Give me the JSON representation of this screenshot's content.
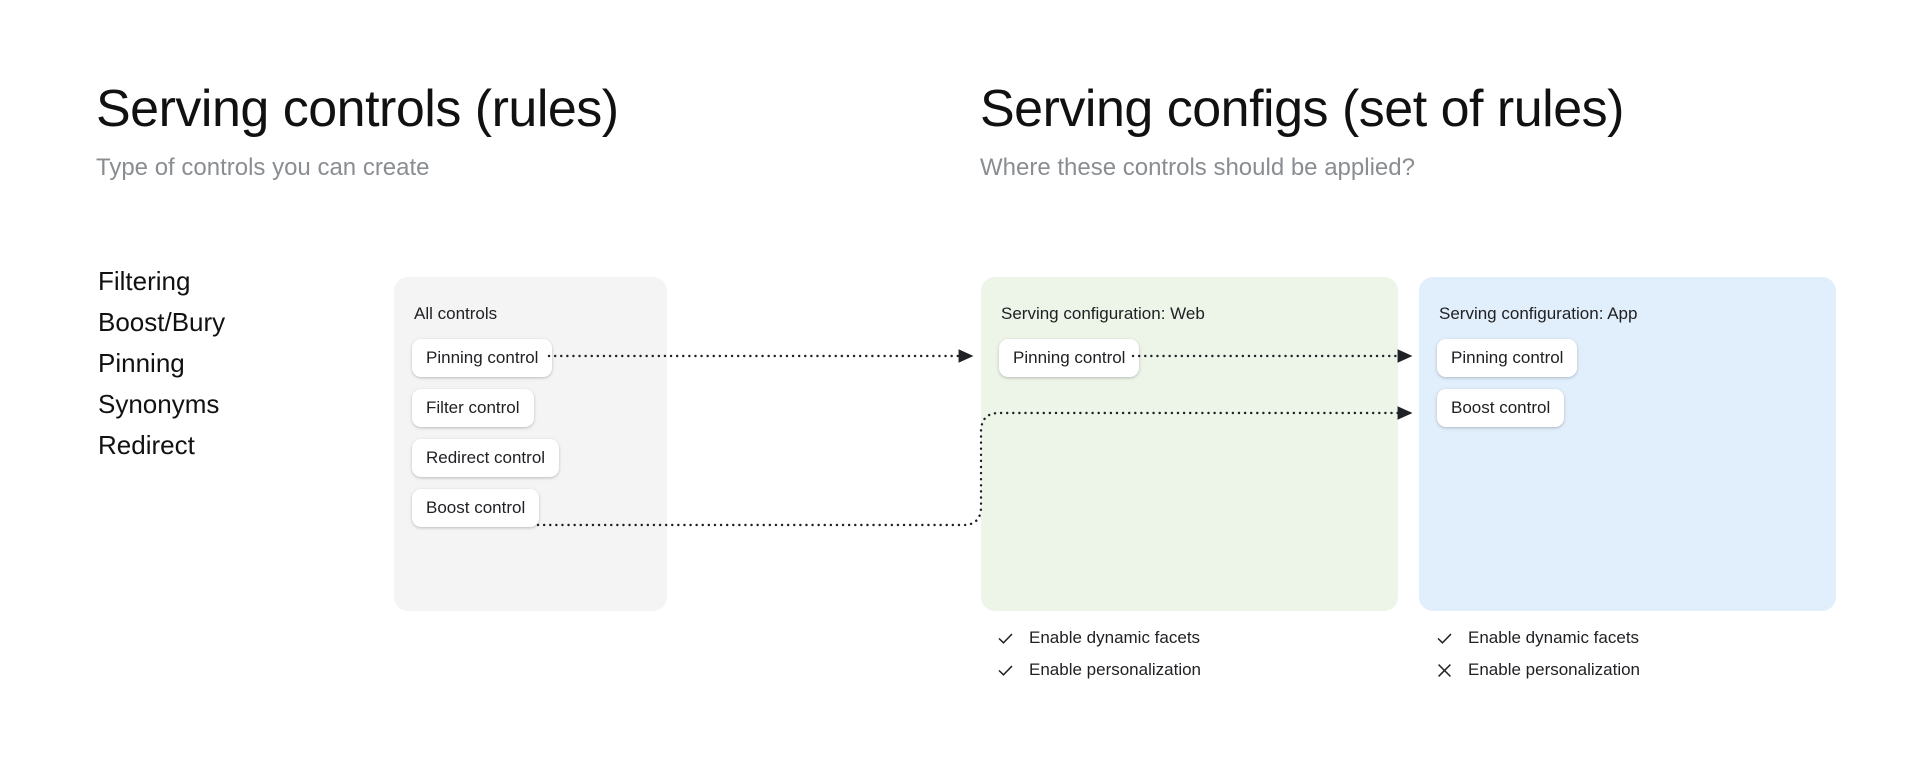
{
  "columns": {
    "left": {
      "title": "Serving controls (rules)",
      "subtitle": "Type of controls you can create"
    },
    "right": {
      "title": "Serving configs (set of rules)",
      "subtitle": "Where these controls should be applied?"
    }
  },
  "control_types": [
    {
      "label": "Filtering"
    },
    {
      "label": "Boost/Bury"
    },
    {
      "label": "Pinning"
    },
    {
      "label": "Synonyms"
    },
    {
      "label": "Redirect"
    }
  ],
  "panels": {
    "all_controls": {
      "label": "All controls",
      "background": "#f4f4f4",
      "chips": [
        {
          "label": "Pinning control"
        },
        {
          "label": "Filter control"
        },
        {
          "label": "Redirect control"
        },
        {
          "label": "Boost control"
        }
      ]
    },
    "config_web": {
      "label": "Serving configuration: Web",
      "background": "#edf4e8",
      "chips": [
        {
          "label": "Pinning control"
        }
      ],
      "features": [
        {
          "label": "Enable dynamic facets",
          "state": "check"
        },
        {
          "label": "Enable personalization",
          "state": "check"
        }
      ]
    },
    "config_app": {
      "label": "Serving configuration: App",
      "background": "#e1eefb",
      "chips": [
        {
          "label": "Pinning control"
        },
        {
          "label": "Boost control"
        }
      ],
      "features": [
        {
          "label": "Enable dynamic facets",
          "state": "check"
        },
        {
          "label": "Enable personalization",
          "state": "cross"
        }
      ]
    }
  },
  "connectors": [
    {
      "from": "all-controls.pinning-control",
      "to": "config-web.pinning-control",
      "style": "dotted-arrow"
    },
    {
      "from": "config-web.pinning-control",
      "to": "config-app.pinning-control",
      "style": "dotted-arrow"
    },
    {
      "from": "all-controls.boost-control",
      "to": "config-app.boost-control",
      "style": "dotted-elbow-arrow"
    }
  ],
  "colors": {
    "title": "#111111",
    "subtitle": "#8a8d91",
    "body_text": "#202124",
    "connector": "#202124",
    "chip_background": "#ffffff",
    "page_background": "#ffffff"
  }
}
